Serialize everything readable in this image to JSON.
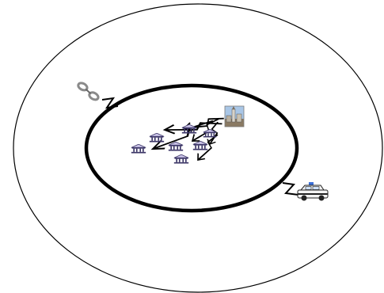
{
  "diagram": {
    "zones": [
      {
        "name": "outer-zone"
      },
      {
        "name": "inner-zone"
      }
    ],
    "icons": {
      "center": "city-building-icon",
      "bank": "bank-building-icon",
      "outside_left": "handcuffs-icon",
      "outside_right": "police-car-icon"
    },
    "bank_count": 7,
    "colors": {
      "background": "#ffffff",
      "stroke": "#000000",
      "bank_fill": "#c9c2e6",
      "bank_stroke": "#3b3566",
      "police_body": "#f4f4f4",
      "police_light": "#3b6fd8",
      "handcuff_gray": "#8a8a8a"
    }
  }
}
